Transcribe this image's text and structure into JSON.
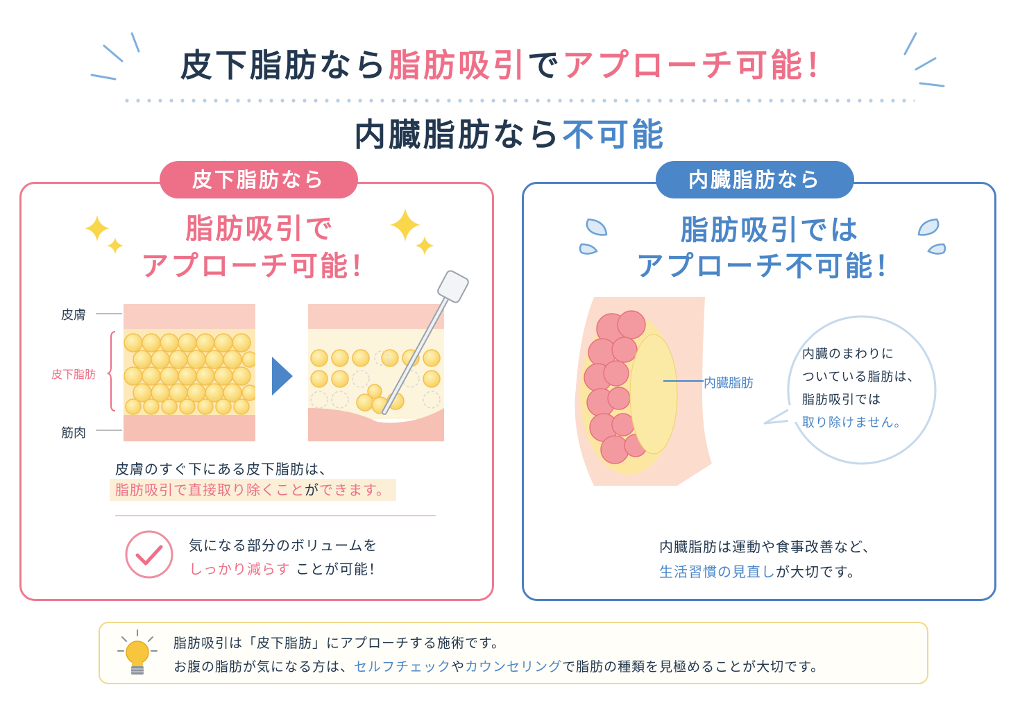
{
  "header": {
    "line1_a": "皮下脂肪なら",
    "line1_b": "脂肪吸引",
    "line1_c": "で",
    "line1_d": "アプローチ可能！",
    "line2_a": "内臓脂肪なら",
    "line2_b": "不可能"
  },
  "left_panel": {
    "badge": "皮下脂肪なら",
    "headline_1": "脂肪吸引で",
    "headline_2": "アプローチ可能！",
    "labels": {
      "skin": "皮膚",
      "subcutaneous_fat": "皮下脂肪",
      "muscle": "筋肉"
    },
    "desc_1": "皮膚のすぐ下にある皮下脂肪は、",
    "desc_2a": "脂肪吸引で直接取り除くこと",
    "desc_2b": "が",
    "desc_2c": "できます。",
    "check_1": "気になる部分のボリュームを",
    "check_2a": "しっかり減らす",
    "check_2b": " ことが可能！"
  },
  "right_panel": {
    "badge": "内臓脂肪なら",
    "headline_1": "脂肪吸引では",
    "headline_2": "アプローチ不可能！",
    "label_visceral": "内臓脂肪",
    "bubble_1": "内臓のまわりに",
    "bubble_2": "ついている脂肪は、",
    "bubble_3": "脂肪吸引では",
    "bubble_4": "取り除けません。",
    "note_1": "内臓脂肪は運動や食事改善など、",
    "note_2a": "生活習慣の見直し",
    "note_2b": "が大切です。"
  },
  "tip": {
    "line_1": "脂肪吸引は「皮下脂肪」にアプローチする施術です。",
    "line_2a": "お腹の脂肪が気になる方は、",
    "line_2b": "セルフチェック",
    "line_2c": "や",
    "line_2d": "カウンセリング",
    "line_2e": "で脂肪の種類を見極めることが大切です。",
    "icon": "lightbulb-icon"
  },
  "colors": {
    "pink": "#ee7088",
    "blue": "#4a86c8",
    "navy": "#23384f",
    "fat": "#fbe08a",
    "skin": "#f8d5c8"
  }
}
